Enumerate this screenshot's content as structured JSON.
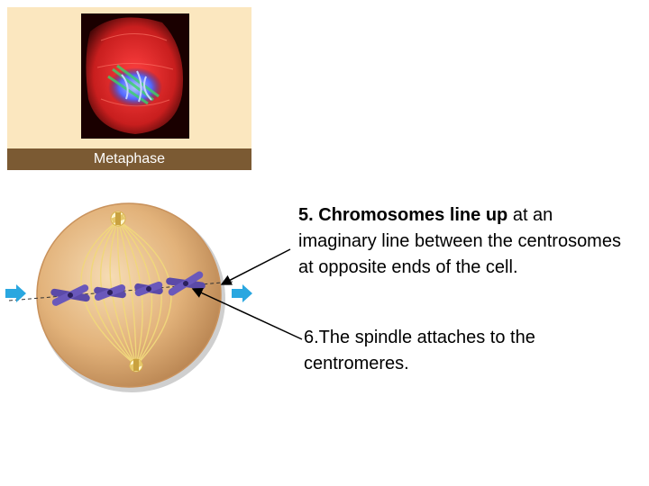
{
  "micrograph": {
    "caption": "Metaphase"
  },
  "labels": {
    "step5": {
      "bold": "5. Chromosomes line up",
      "rest": " at an imaginary line between the centrosomes at opposite ends of the cell."
    },
    "step6": {
      "text": "6.The spindle attaches to the centromeres."
    }
  },
  "colors": {
    "arrow": "#2aa7e0",
    "chromosome": "#5b4aa8",
    "cell": "#e2b27a",
    "spindle": "#f0d77c",
    "caption_bg": "#7b5a33",
    "panel_bg": "#fbe7bf"
  }
}
